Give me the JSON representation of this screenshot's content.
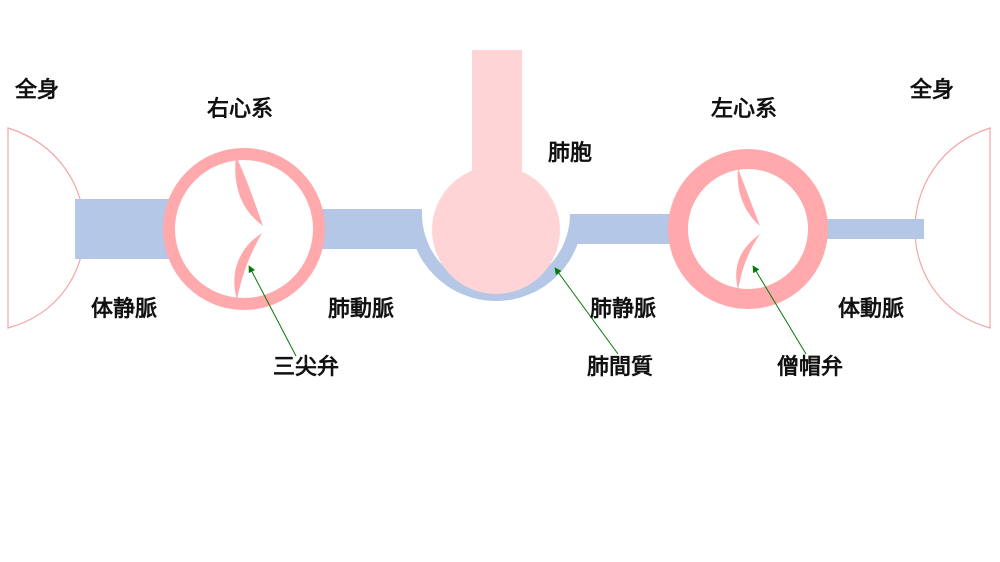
{
  "labels": {
    "body_left": "全身",
    "body_right": "全身",
    "right_heart": "右心系",
    "left_heart": "左心系",
    "alveolus": "肺胞",
    "vena_cava": "体静脈",
    "pulmonary_artery": "肺動脈",
    "pulmonary_vein": "肺静脈",
    "aorta": "体動脈",
    "tricuspid": "三尖弁",
    "interstitium": "肺間質",
    "mitral": "僧帽弁"
  },
  "colors": {
    "vessel_blue": "#b4c7e7",
    "heart_red": "#ffa9ad",
    "alveolus_pink": "#ffd4d6",
    "body_outline": "#f4a4a8",
    "pointer_green": "#007a00",
    "text": "#111111"
  }
}
